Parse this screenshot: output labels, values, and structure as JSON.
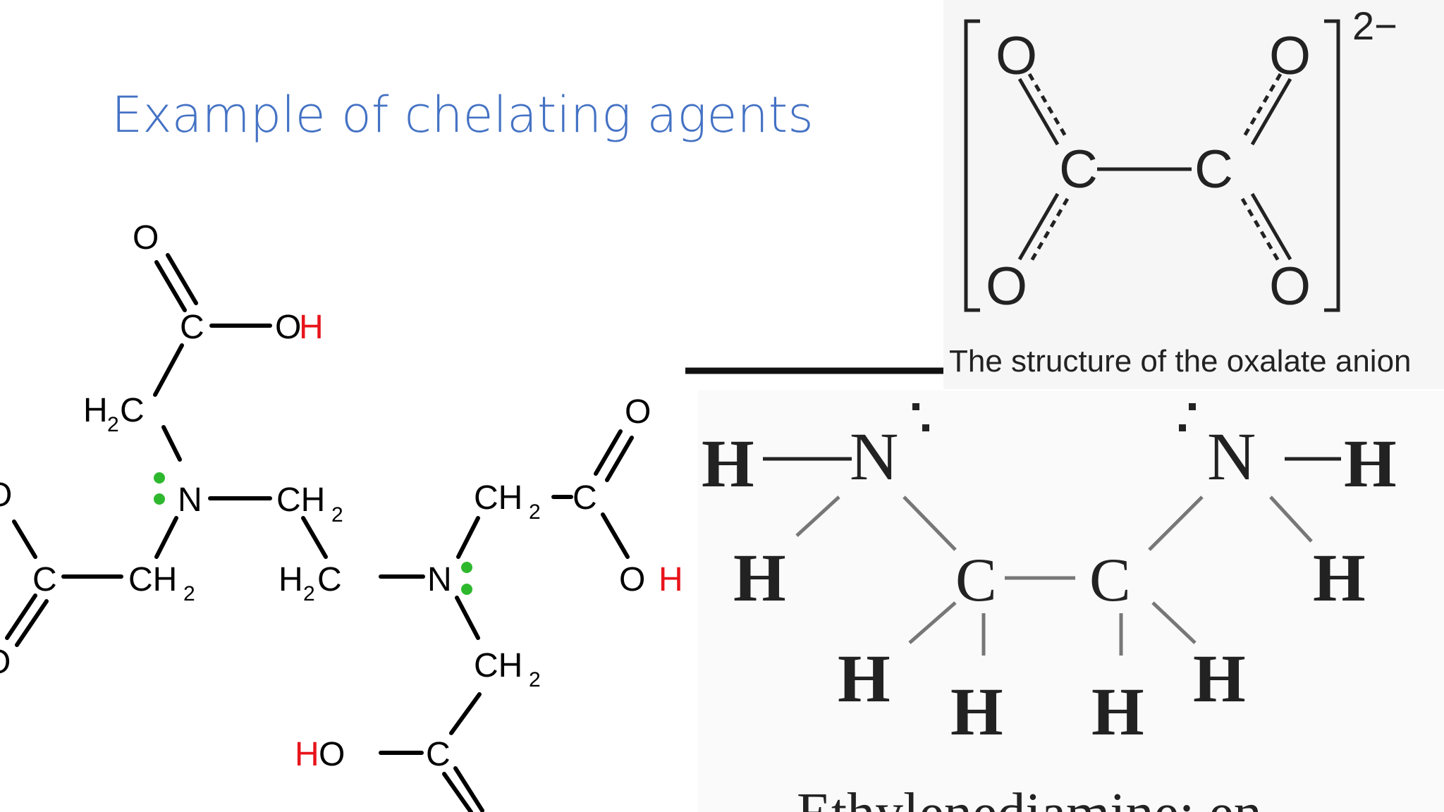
{
  "slide": {
    "title": "Example of chelating agents",
    "colors": {
      "title": "#4472C4",
      "accent_red": "#E8141B",
      "lone_pair_green": "#2EB82E",
      "panel_bg_oxalate": "#F6F6F6",
      "panel_bg_en": "#FAFAFA"
    }
  },
  "edta": {
    "atoms": {
      "o_top": "O",
      "c_top": "C",
      "oh_top_o": "O",
      "oh_top_h": "H",
      "h2c_upper": "H",
      "h2c_upper_sub": "2",
      "h2c_upper_c": "C",
      "n_left": "N",
      "ch2_bridge_a": "CH",
      "ch2_bridge_a_sub": "2",
      "o_left_top": "O",
      "c_left": "C",
      "ch2_left": "CH",
      "ch2_left_sub": "2",
      "o_left_bottom": "O",
      "h2c_bridge_b": "H",
      "h2c_bridge_b_sub": "2",
      "h2c_bridge_b_c": "C",
      "n_right": "N",
      "ch2_right": "CH",
      "ch2_right_sub": "2",
      "c_right": "C",
      "o_right_top": "O",
      "oh_right_o": "O",
      "oh_right_h": "H",
      "ch2_lower": "CH",
      "ch2_lower_sub": "2",
      "ho_bottom_h": "H",
      "ho_bottom_o": "O",
      "c_bottom": "C"
    }
  },
  "oxalate": {
    "atoms": {
      "o_tl": "O",
      "o_tr": "O",
      "c_left": "C",
      "c_right": "C",
      "o_bl": "O",
      "o_br": "O"
    },
    "charge": "2−",
    "caption": "The structure of the oxalate anion"
  },
  "ethylenediamine": {
    "atoms": {
      "h_left": "H",
      "n_left": "N",
      "n_right": "N",
      "h_right": "H",
      "h_n_left": "H",
      "c_left": "C",
      "c_right": "C",
      "h_n_right": "H",
      "h_cl_1": "H",
      "h_cl_2": "H",
      "h_cr_1": "H",
      "h_cr_2": "H"
    },
    "caption": "Ethylenediamine: en"
  }
}
